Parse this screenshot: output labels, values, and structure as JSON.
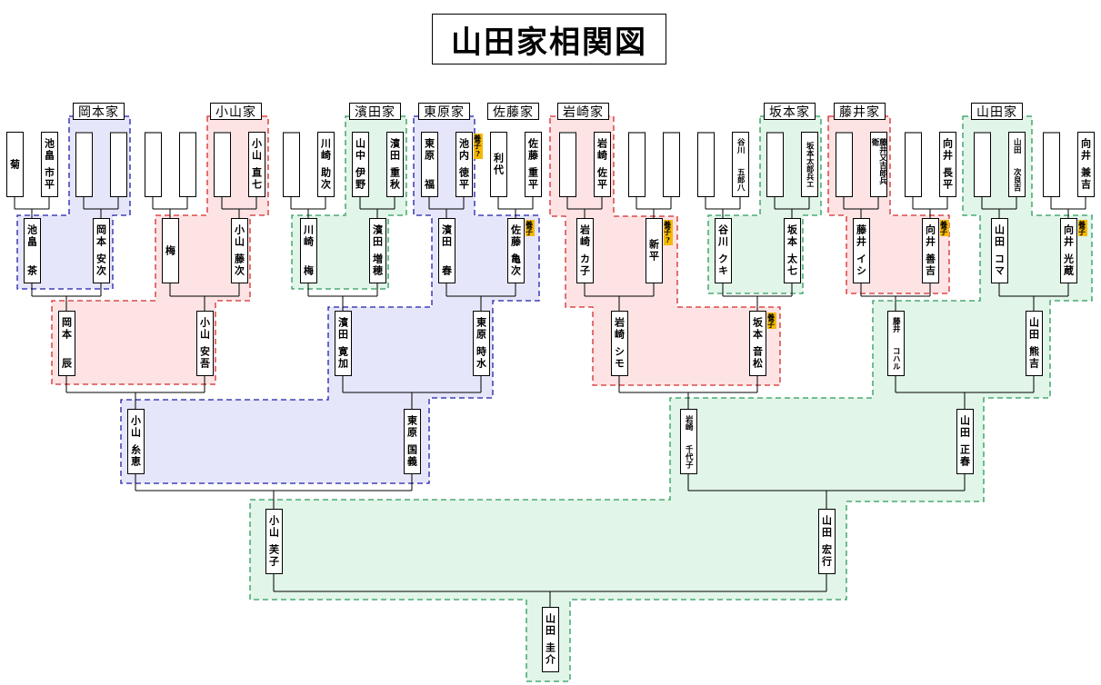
{
  "title": "山田家相関図",
  "colors": {
    "blue_fill": "#e6e6fb",
    "blue_border": "#1e1eaa",
    "red_fill": "#fde3e3",
    "red_border": "#d42a2a",
    "green_fill": "#e1f5e8",
    "green_border": "#2a9a5a",
    "badge": "#f5b800"
  },
  "families": [
    {
      "label": "岡本家",
      "color": "blue"
    },
    {
      "label": "小山家",
      "color": "red"
    },
    {
      "label": "濱田家",
      "color": "green"
    },
    {
      "label": "東原家",
      "color": "blue"
    },
    {
      "label": "佐藤家",
      "color": ""
    },
    {
      "label": "岩崎家",
      "color": "red"
    },
    {
      "label": "坂本家",
      "color": "green"
    },
    {
      "label": "藤井家",
      "color": "red"
    },
    {
      "label": "山田家",
      "color": "green"
    }
  ],
  "people": [
    {
      "gen": 0,
      "index": 0,
      "surname": "",
      "given": "菊"
    },
    {
      "gen": 0,
      "index": 1,
      "surname": "池畠",
      "given": "市平"
    },
    {
      "gen": 0,
      "index": 2,
      "surname": "",
      "given": ""
    },
    {
      "gen": 0,
      "index": 3,
      "surname": "",
      "given": ""
    },
    {
      "gen": 0,
      "index": 4,
      "surname": "",
      "given": ""
    },
    {
      "gen": 0,
      "index": 5,
      "surname": "",
      "given": ""
    },
    {
      "gen": 0,
      "index": 6,
      "surname": "",
      "given": ""
    },
    {
      "gen": 0,
      "index": 7,
      "surname": "小山",
      "given": "直七"
    },
    {
      "gen": 0,
      "index": 8,
      "surname": "",
      "given": ""
    },
    {
      "gen": 0,
      "index": 9,
      "surname": "川崎",
      "given": "助次"
    },
    {
      "gen": 0,
      "index": 10,
      "surname": "山中",
      "given": "伊野"
    },
    {
      "gen": 0,
      "index": 11,
      "surname": "濱田",
      "given": "重秋"
    },
    {
      "gen": 0,
      "index": 12,
      "surname": "東原",
      "given": "福"
    },
    {
      "gen": 0,
      "index": 13,
      "surname": "池内",
      "given": "徳平",
      "badge": "養子?"
    },
    {
      "gen": 0,
      "index": 14,
      "surname": "",
      "given": "利代"
    },
    {
      "gen": 0,
      "index": 15,
      "surname": "佐藤",
      "given": "重平"
    },
    {
      "gen": 0,
      "index": 16,
      "surname": "",
      "given": ""
    },
    {
      "gen": 0,
      "index": 17,
      "surname": "岩崎",
      "given": "佐平"
    },
    {
      "gen": 0,
      "index": 18,
      "surname": "",
      "given": ""
    },
    {
      "gen": 0,
      "index": 19,
      "surname": "",
      "given": ""
    },
    {
      "gen": 0,
      "index": 20,
      "surname": "",
      "given": ""
    },
    {
      "gen": 0,
      "index": 21,
      "surname": "谷川",
      "given": "五郎八"
    },
    {
      "gen": 0,
      "index": 22,
      "surname": "",
      "given": ""
    },
    {
      "gen": 0,
      "index": 23,
      "surname": "坂本太郎兵エ",
      "given": ""
    },
    {
      "gen": 0,
      "index": 24,
      "surname": "",
      "given": ""
    },
    {
      "gen": 0,
      "index": 25,
      "surname": "藤井又吉郎兵衛",
      "given": ""
    },
    {
      "gen": 0,
      "index": 26,
      "surname": "",
      "given": ""
    },
    {
      "gen": 0,
      "index": 27,
      "surname": "向井",
      "given": "長平"
    },
    {
      "gen": 0,
      "index": 28,
      "surname": "",
      "given": ""
    },
    {
      "gen": 0,
      "index": 29,
      "surname": "山田",
      "given": "次良吉"
    },
    {
      "gen": 0,
      "index": 30,
      "surname": "",
      "given": ""
    },
    {
      "gen": 0,
      "index": 31,
      "surname": "向井",
      "given": "兼吉"
    },
    {
      "gen": 1,
      "index": 0,
      "surname": "池畠",
      "given": "茶"
    },
    {
      "gen": 1,
      "index": 1,
      "surname": "岡本",
      "given": "安次"
    },
    {
      "gen": 1,
      "index": 2,
      "surname": "",
      "given": "梅"
    },
    {
      "gen": 1,
      "index": 3,
      "surname": "小山",
      "given": "藤次"
    },
    {
      "gen": 1,
      "index": 4,
      "surname": "川崎",
      "given": "梅"
    },
    {
      "gen": 1,
      "index": 5,
      "surname": "濱田",
      "given": "増穂"
    },
    {
      "gen": 1,
      "index": 6,
      "surname": "濱田",
      "given": "春"
    },
    {
      "gen": 1,
      "index": 7,
      "surname": "佐藤",
      "given": "亀次",
      "badge": "養子"
    },
    {
      "gen": 1,
      "index": 8,
      "surname": "岩崎",
      "given": "カ子"
    },
    {
      "gen": 1,
      "index": 9,
      "surname": "",
      "given": "新平",
      "badge": "養子?"
    },
    {
      "gen": 1,
      "index": 10,
      "surname": "谷川",
      "given": "クキ"
    },
    {
      "gen": 1,
      "index": 11,
      "surname": "坂本",
      "given": "太七"
    },
    {
      "gen": 1,
      "index": 12,
      "surname": "藤井",
      "given": "イシ"
    },
    {
      "gen": 1,
      "index": 13,
      "surname": "向井",
      "given": "善吉",
      "badge": "養子"
    },
    {
      "gen": 1,
      "index": 14,
      "surname": "山田",
      "given": "コマ"
    },
    {
      "gen": 1,
      "index": 15,
      "surname": "向井",
      "given": "光蔵",
      "badge": "養子"
    },
    {
      "gen": 2,
      "index": 0,
      "surname": "岡本",
      "given": "辰"
    },
    {
      "gen": 2,
      "index": 1,
      "surname": "小山",
      "given": "安吾"
    },
    {
      "gen": 2,
      "index": 2,
      "surname": "濱田",
      "given": "寛加"
    },
    {
      "gen": 2,
      "index": 3,
      "surname": "東原",
      "given": "時水"
    },
    {
      "gen": 2,
      "index": 4,
      "surname": "岩崎",
      "given": "シモ"
    },
    {
      "gen": 2,
      "index": 5,
      "surname": "坂本",
      "given": "音松",
      "badge": "養子"
    },
    {
      "gen": 2,
      "index": 6,
      "surname": "藤井",
      "given": "コハル"
    },
    {
      "gen": 2,
      "index": 7,
      "surname": "山田",
      "given": "熊吉"
    },
    {
      "gen": 3,
      "index": 0,
      "surname": "小山",
      "given": "糸恵"
    },
    {
      "gen": 3,
      "index": 1,
      "surname": "東原",
      "given": "国義"
    },
    {
      "gen": 3,
      "index": 2,
      "surname": "岩崎",
      "given": "千代子"
    },
    {
      "gen": 3,
      "index": 3,
      "surname": "山田",
      "given": "正春"
    },
    {
      "gen": 4,
      "index": 0,
      "surname": "小山",
      "given": "芙子"
    },
    {
      "gen": 4,
      "index": 1,
      "surname": "山田",
      "given": "宏行"
    },
    {
      "gen": 5,
      "index": 0,
      "surname": "山田",
      "given": "圭介"
    }
  ]
}
